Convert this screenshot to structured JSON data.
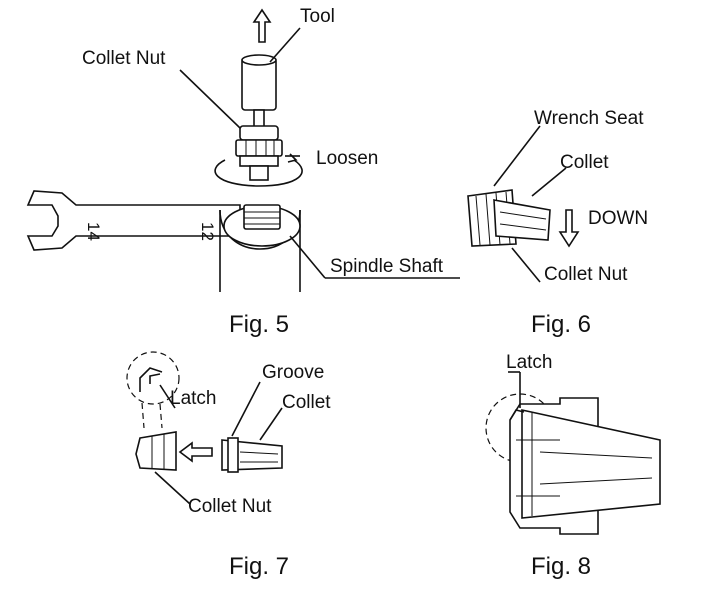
{
  "fig5": {
    "caption": "Fig. 5",
    "labels": {
      "tool": "Tool",
      "collet_nut": "Collet Nut",
      "loosen": "Loosen",
      "spindle_shaft": "Spindle Shaft"
    },
    "wrench_sizes": [
      "14",
      "12"
    ]
  },
  "fig6": {
    "caption": "Fig. 6",
    "labels": {
      "wrench_seat": "Wrench Seat",
      "collet": "Collet",
      "down": "DOWN",
      "collet_nut": "Collet Nut"
    }
  },
  "fig7": {
    "caption": "Fig. 7",
    "labels": {
      "groove": "Groove",
      "latch": "Latch",
      "collet": "Collet",
      "collet_nut": "Collet Nut"
    }
  },
  "fig8": {
    "caption": "Fig. 8",
    "labels": {
      "latch": "Latch"
    }
  }
}
